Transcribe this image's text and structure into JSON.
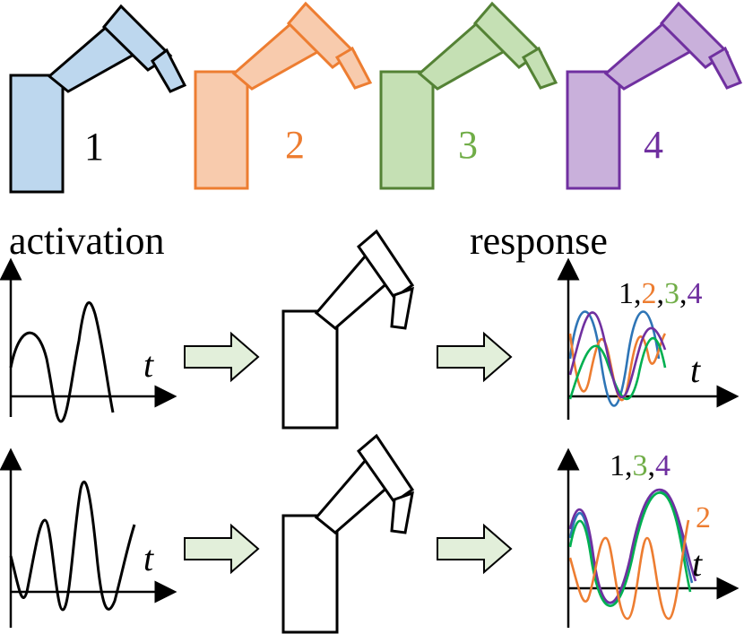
{
  "robots": [
    {
      "label": "1",
      "fill": "#bdd7ee",
      "stroke": "#000000",
      "label_color": "#000000",
      "style": "black-outline"
    },
    {
      "label": "2",
      "fill": "#f8cbad",
      "stroke": "#ed7d31",
      "label_color": "#ed7d31",
      "style": "orange"
    },
    {
      "label": "3",
      "fill": "#c5e0b4",
      "stroke": "#548235",
      "label_color": "#70ad47",
      "style": "green"
    },
    {
      "label": "4",
      "fill": "#c9b0db",
      "stroke": "#7030a0",
      "label_color": "#7030a0",
      "style": "purple"
    }
  ],
  "headings": {
    "activation": "activation",
    "response": "response"
  },
  "time_symbol": "t",
  "row1": {
    "response_labels": [
      {
        "text": "1",
        "color": "#000000"
      },
      {
        "text": ",",
        "color": "#000000"
      },
      {
        "text": "2",
        "color": "#ed7d31"
      },
      {
        "text": ",",
        "color": "#000000"
      },
      {
        "text": "3",
        "color": "#70ad47"
      },
      {
        "text": ",",
        "color": "#000000"
      },
      {
        "text": "4",
        "color": "#7030a0"
      }
    ]
  },
  "row2": {
    "response_labels": [
      {
        "text": "1",
        "color": "#000000"
      },
      {
        "text": ",",
        "color": "#000000"
      },
      {
        "text": "3",
        "color": "#70ad47"
      },
      {
        "text": ",",
        "color": "#000000"
      },
      {
        "text": "4",
        "color": "#7030a0"
      }
    ],
    "outlier_label": {
      "text": "2",
      "color": "#ed7d31"
    }
  },
  "colors": {
    "arrow_fill": "#e2efda",
    "arrow_stroke": "#000000",
    "response_1": "#2e75b6",
    "response_2": "#ed7d31",
    "response_3": "#00b050",
    "response_4": "#7030a0"
  },
  "icons": [
    "robot-arm-icon",
    "process-arrow-icon",
    "axis-arrow-icon"
  ]
}
